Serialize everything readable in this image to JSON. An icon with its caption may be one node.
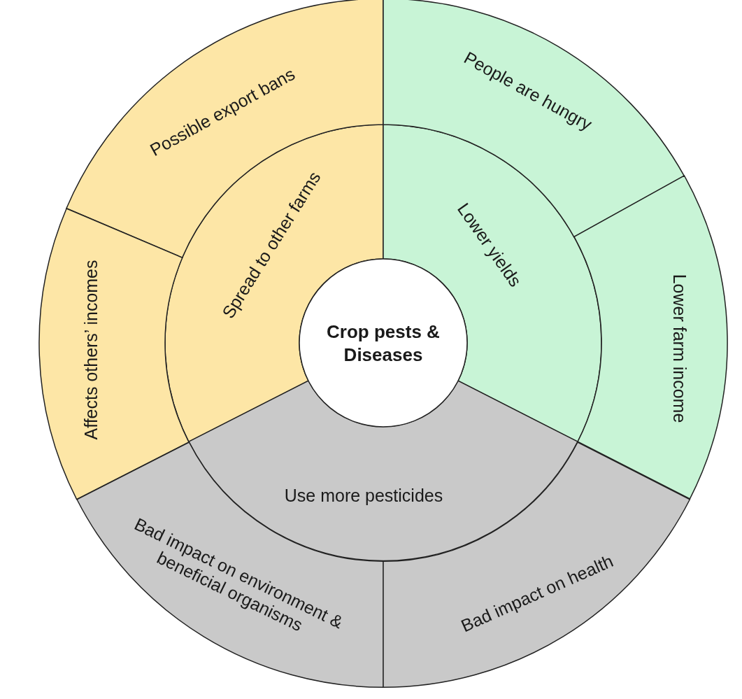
{
  "diagram": {
    "nodes": [
      {
        "text": [
          "Crop pests & Diseases"
        ]
      },
      {
        "text": [
          "Spread to other farms"
        ]
      },
      {
        "text": [
          "Lower yields"
        ]
      },
      {
        "text": [
          "Use more pesticides"
        ]
      },
      {
        "text": [
          "Possible export bans"
        ]
      },
      {
        "text": [
          "Affects others’ incomes"
        ]
      },
      {
        "text": [
          "People are hungry"
        ]
      },
      {
        "text": [
          "Lower farm income"
        ]
      },
      {
        "text": [
          "Bad impact on environment & beneficial organisms"
        ]
      },
      {
        "text": [
          "Bad impact on health"
        ]
      }
    ]
  }
}
